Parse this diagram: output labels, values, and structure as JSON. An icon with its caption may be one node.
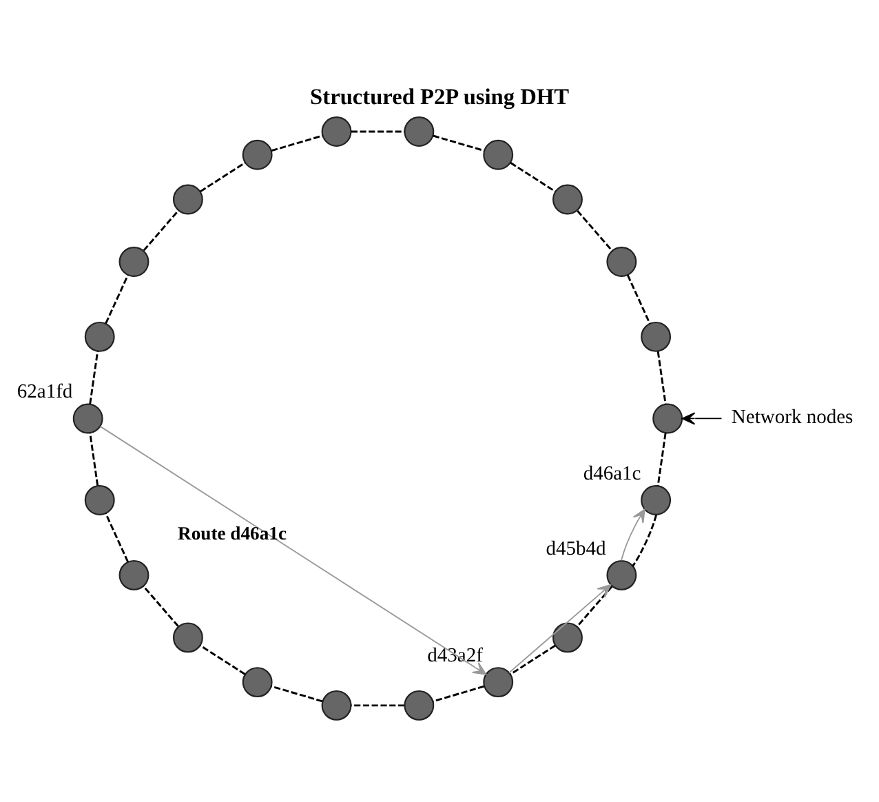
{
  "diagram": {
    "title": "Structured P2P using DHT",
    "nodes": [
      {
        "text": [],
        "shape": "circle"
      },
      {
        "text": [],
        "shape": "circle"
      },
      {
        "text": [],
        "shape": "circle"
      },
      {
        "text": [],
        "shape": "circle"
      },
      {
        "text": [],
        "shape": "circle",
        "beside": [
          "d46a1c"
        ]
      },
      {
        "text": [],
        "shape": "circle",
        "beside": [
          "d45b4d"
        ]
      },
      {
        "text": [],
        "shape": "circle"
      },
      {
        "text": [],
        "shape": "circle",
        "beside": [
          "d43a2f"
        ]
      },
      {
        "text": [],
        "shape": "circle"
      },
      {
        "text": [],
        "shape": "circle"
      },
      {
        "text": [],
        "shape": "circle"
      },
      {
        "text": [],
        "shape": "circle"
      },
      {
        "text": [],
        "shape": "circle"
      },
      {
        "text": [],
        "shape": "circle"
      },
      {
        "text": [],
        "shape": "circle",
        "beside": [
          "62a1fd"
        ]
      },
      {
        "text": [],
        "shape": "circle"
      },
      {
        "text": [],
        "shape": "circle"
      },
      {
        "text": [],
        "shape": "circle"
      },
      {
        "text": [],
        "shape": "circle"
      },
      {
        "text": [],
        "shape": "circle"
      },
      {
        "text": [],
        "shape": "circle"
      },
      {
        "text": [],
        "shape": "circle"
      },
      {
        "text": [
          "Network nodes"
        ]
      }
    ],
    "edges": [
      {
        "from": 0,
        "to": 1,
        "arrow": "none",
        "style": "dashed"
      },
      {
        "from": 1,
        "to": 2,
        "arrow": "none",
        "style": "dashed"
      },
      {
        "from": 2,
        "to": 3,
        "arrow": "none",
        "style": "dashed"
      },
      {
        "from": 3,
        "to": 4,
        "arrow": "none",
        "style": "dashed"
      },
      {
        "from": 4,
        "to": 5,
        "arrow": "none",
        "style": "dashed"
      },
      {
        "from": 5,
        "to": 6,
        "arrow": "none",
        "style": "dashed"
      },
      {
        "from": 6,
        "to": 7,
        "arrow": "none",
        "style": "dashed"
      },
      {
        "from": 7,
        "to": 8,
        "arrow": "none",
        "style": "dashed"
      },
      {
        "from": 8,
        "to": 9,
        "arrow": "none",
        "style": "dashed"
      },
      {
        "from": 9,
        "to": 10,
        "arrow": "none",
        "style": "dashed"
      },
      {
        "from": 10,
        "to": 11,
        "arrow": "none",
        "style": "dashed"
      },
      {
        "from": 11,
        "to": 12,
        "arrow": "none",
        "style": "dashed"
      },
      {
        "from": 12,
        "to": 13,
        "arrow": "none",
        "style": "dashed"
      },
      {
        "from": 13,
        "to": 14,
        "arrow": "none",
        "style": "dashed"
      },
      {
        "from": 14,
        "to": 15,
        "arrow": "none",
        "style": "dashed"
      },
      {
        "from": 15,
        "to": 16,
        "arrow": "none",
        "style": "dashed"
      },
      {
        "from": 16,
        "to": 17,
        "arrow": "none",
        "style": "dashed"
      },
      {
        "from": 17,
        "to": 18,
        "arrow": "none",
        "style": "dashed"
      },
      {
        "from": 18,
        "to": 19,
        "arrow": "none",
        "style": "dashed"
      },
      {
        "from": 19,
        "to": 20,
        "arrow": "none",
        "style": "dashed"
      },
      {
        "from": 20,
        "to": 21,
        "arrow": "none",
        "style": "dashed"
      },
      {
        "from": 21,
        "to": 0,
        "arrow": "none",
        "style": "dashed"
      },
      {
        "from": 22,
        "to": 3,
        "arrow": "to"
      },
      {
        "from": 14,
        "to": 7,
        "arrow": "to",
        "label": "Route d46a1c",
        "color": "#999999"
      },
      {
        "from": 7,
        "to": 5,
        "arrow": "to",
        "color": "#999999"
      },
      {
        "from": 5,
        "to": 4,
        "arrow": "to",
        "color": "#999999"
      }
    ]
  }
}
